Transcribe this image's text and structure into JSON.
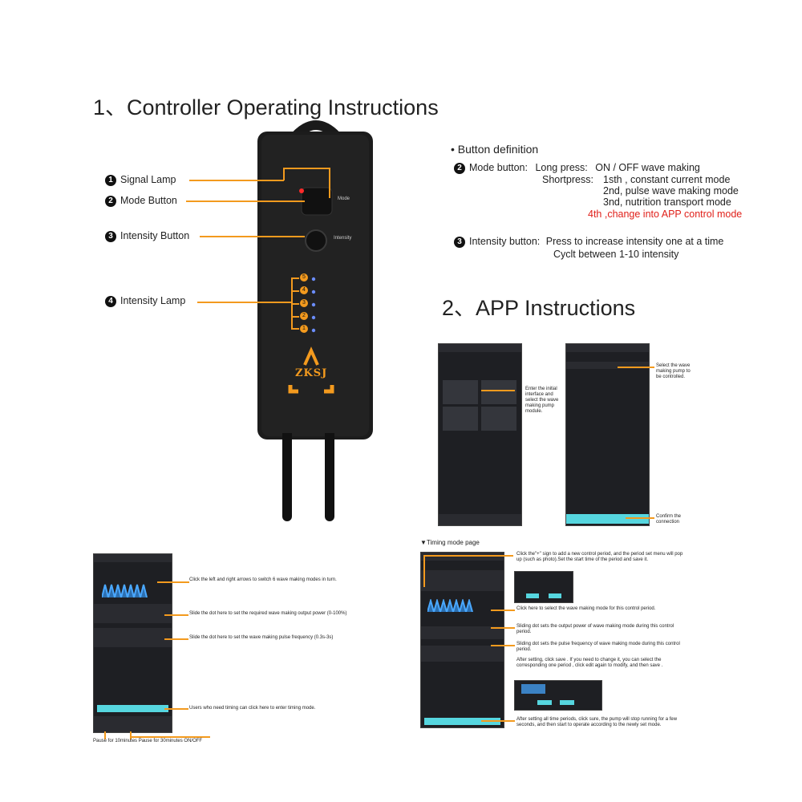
{
  "section1_title": "1、Controller Operating Instructions",
  "section2_title": "2、APP Instructions",
  "controller": {
    "labels": {
      "signal_lamp": "Signal  Lamp",
      "mode_button": "Mode Button",
      "intensity_button": "Intensity Button",
      "intensity_lamp": "Intensity Lamp"
    },
    "numbers": [
      "1",
      "2",
      "3",
      "4"
    ],
    "device_text": {
      "mode": "Mode",
      "intensity": "Intensity",
      "brand": "ZKSJ"
    },
    "lamp_numbers": [
      "5",
      "4",
      "3",
      "2",
      "1"
    ]
  },
  "button_definition": {
    "heading": "• Button definition",
    "mode_label": "Mode button:",
    "long_press_label": "Long press:",
    "long_press_value": "ON / OFF wave making",
    "short_press_label": "Shortpress:",
    "short_press_1": "1sth , constant current mode",
    "short_press_2": "2nd, pulse wave making mode",
    "short_press_3": "3nd, nutrition transport mode",
    "short_press_4": "4th ,change into APP control mode",
    "intensity_label": "Intensity button:",
    "intensity_1": "Press to increase intensity one at a time",
    "intensity_2": "Cyclt between 1-10 intensity"
  },
  "app_notes": {
    "enter_initial": "Enter the initial interface and select the wave making pump module.",
    "select_device": "Select the wave making pump to be controlled.",
    "confirm": "Confirm the connection"
  },
  "main_control_notes": {
    "arrows": "Click the left and right arrows to switch 6 wave making modes in turn.",
    "power": "Slide the dot here to set the required wave making output power (0-100%)",
    "pulse": "Slide the dot here to set the wave making pulse frequency (0.3s-3s)",
    "timing": "Users who need timing can click here to enter timing mode.",
    "bottom": "Pause for 10minutes  Pause for 30minutes  ON/OFF"
  },
  "timing_mode": {
    "title": "▼Timing mode page",
    "note_add": "Click the\"+\" sign to add a new control period, and the period set menu will pop up (such as photo).Set the start time of the period and save it.",
    "note_mode": "Click here to select the wave making mode for this control period.",
    "note_power": "Sliding dot sets the output power of wave making mode during this control period.",
    "note_pulse": "Sliding dot sets the pulse frequency of wave making mode during this control period.",
    "note_after": "After setting, click save . If you need to change it, you can select the corresponding one period , click edit again to modify, and then save .",
    "note_final": "After setting all time periods, click sure, the pump will stop running for a few seconds, and then start to operate according to the newly set mode."
  },
  "colors": {
    "accent_orange": "#f39a1e",
    "cyan": "#56d6df",
    "red_text": "#e0201a",
    "device_body": "#1c1c1c"
  }
}
